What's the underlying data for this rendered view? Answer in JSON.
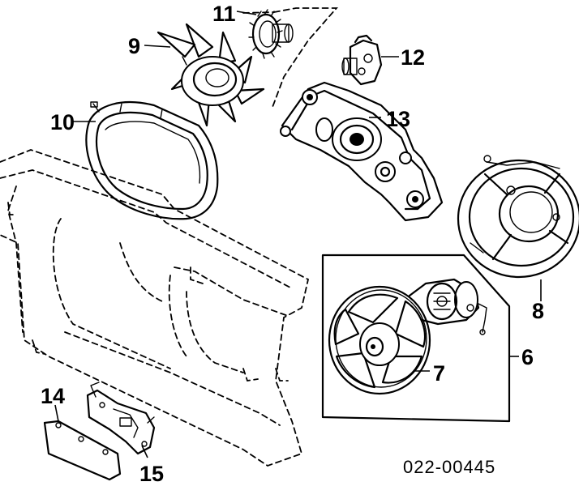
{
  "diagram": {
    "callouts": {
      "c6": "6",
      "c7": "7",
      "c8": "8",
      "c9": "9",
      "c10": "10",
      "c11": "11",
      "c12": "12",
      "c13": "13",
      "c14": "14",
      "c15": "15"
    },
    "part_number": "022-00445"
  }
}
